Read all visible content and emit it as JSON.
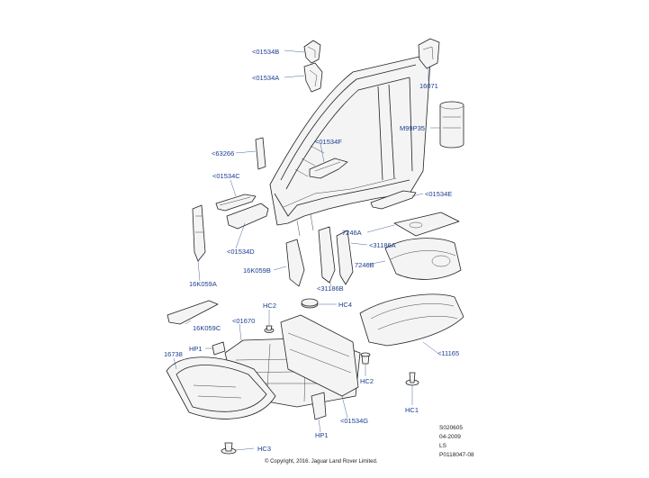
{
  "diagram": {
    "labels": {
      "p01534B": "<01534B",
      "p01534A": "<01534A",
      "p16071": "16071",
      "pM99P35": "M99P35",
      "p63266": "<63266",
      "p01534F": "<01534F",
      "p01534C": "<01534C",
      "p01534E": "<01534E",
      "p01534D": "<01534D",
      "p7246A": "7246A",
      "p31186A": "<31186A",
      "p16K059B": "16K059B",
      "p7246B": "7246B",
      "p16K059A": "16K059A",
      "p31186B": "<31186B",
      "pHC2top": "HC2",
      "pHC4": "HC4",
      "p16K059C": "16K059C",
      "p01670": "<01670",
      "pHP1a": "HP1",
      "p16738": "16738",
      "p11165": "<11165",
      "pHC2b": "HC2",
      "p01534G": "<01534G",
      "pHP1b": "HP1",
      "pHC1": "HC1",
      "pHC3": "HC3"
    },
    "meta": {
      "code": "S020605",
      "date": "04-2009",
      "region": "LS",
      "ref": "P0118047-08"
    },
    "copyright": "© Copyright, 2016. Jaguar Land Rover Limited."
  },
  "colors": {
    "label": "#1a3d8f",
    "outline": "#222222"
  }
}
